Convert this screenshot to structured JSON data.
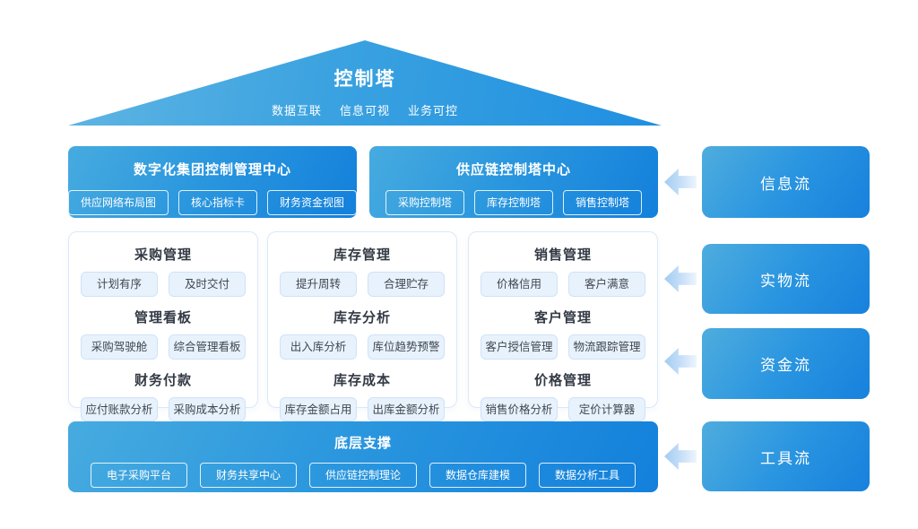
{
  "roof": {
    "title": "控制塔",
    "subtitles": [
      "数据互联",
      "信息可视",
      "业务可控"
    ]
  },
  "centers": [
    {
      "title": "数字化集团控制管理中心",
      "pills": [
        "供应网络布局图",
        "核心指标卡",
        "财务资金视图"
      ]
    },
    {
      "title": "供应链控制塔中心",
      "pills": [
        "采购控制塔",
        "库存控制塔",
        "销售控制塔"
      ]
    }
  ],
  "cards": [
    {
      "sections": [
        {
          "title": "采购管理",
          "pills": [
            "计划有序",
            "及时交付"
          ]
        },
        {
          "title": "管理看板",
          "pills": [
            "采购驾驶舱",
            "综合管理看板"
          ]
        },
        {
          "title": "财务付款",
          "pills": [
            "应付账款分析",
            "采购成本分析"
          ]
        }
      ]
    },
    {
      "sections": [
        {
          "title": "库存管理",
          "pills": [
            "提升周转",
            "合理贮存"
          ]
        },
        {
          "title": "库存分析",
          "pills": [
            "出入库分析",
            "库位趋势预警"
          ]
        },
        {
          "title": "库存成本",
          "pills": [
            "库存金额占用",
            "出库金额分析"
          ]
        }
      ]
    },
    {
      "sections": [
        {
          "title": "销售管理",
          "pills": [
            "价格信用",
            "客户满意"
          ]
        },
        {
          "title": "客户管理",
          "pills": [
            "客户授信管理",
            "物流跟踪管理"
          ]
        },
        {
          "title": "价格管理",
          "pills": [
            "销售价格分析",
            "定价计算器"
          ]
        }
      ]
    }
  ],
  "foundation": {
    "title": "底层支撑",
    "pills": [
      "电子采购平台",
      "财务共享中心",
      "供应链控制理论",
      "数据仓库建模",
      "数据分析工具"
    ]
  },
  "flows": [
    {
      "label": "信息流"
    },
    {
      "label": "实物流"
    },
    {
      "label": "资金流"
    },
    {
      "label": "工具流"
    }
  ],
  "colors": {
    "box_gradient_start": "#47abdf",
    "box_gradient_end": "#1380dc",
    "roof_gradient_start": "#60b5e3",
    "roof_gradient_end": "#1f8fe1",
    "card_pill_bg": "#e8f2fd",
    "card_pill_border": "#cfe2f7",
    "card_border": "#dce8f8",
    "arrow_blue": "#a3ccf2",
    "text_dark": "#333a45",
    "text_white": "#ffffff"
  }
}
